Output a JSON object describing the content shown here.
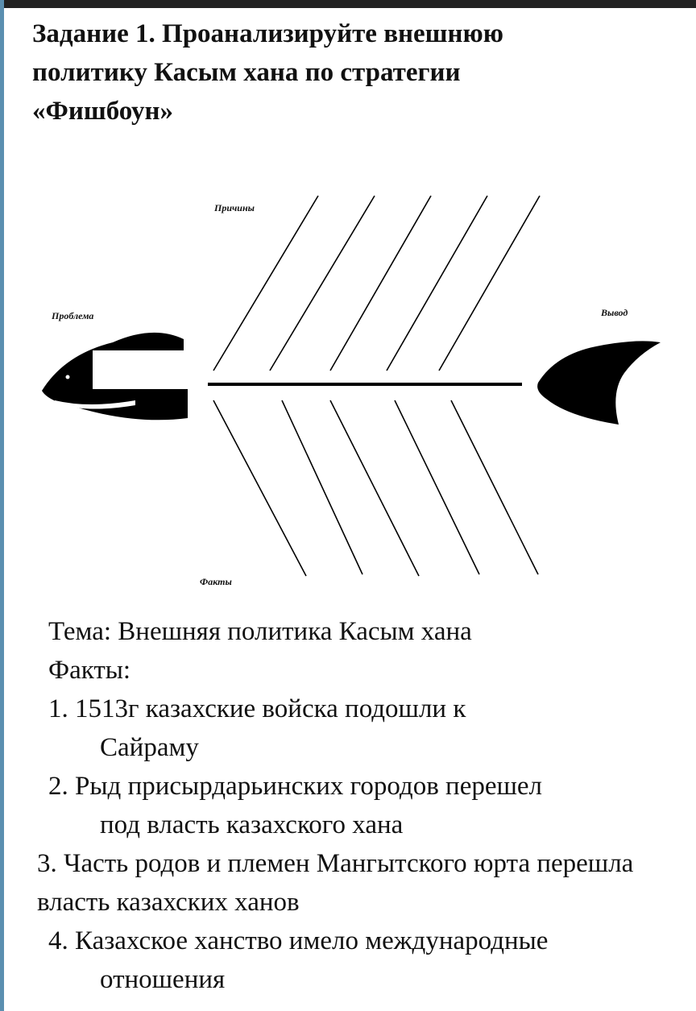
{
  "title": {
    "line1": "Задание 1. Проанализируйте  внешнюю",
    "line2": "политику Касым хана по стратегии",
    "line3": "«Фишбоун»"
  },
  "diagram": {
    "label_problem": "Проблема",
    "label_causes": "Причины",
    "label_conclusion": "Вывод",
    "label_facts": "Факты"
  },
  "content": {
    "topic": "Тема: Внешняя политика Касым хана",
    "facts_heading": "Факты:",
    "item1_line1": "1. 1513г казахские войска подошли к",
    "item1_line2": "Сайраму",
    "item2_line1": "2. Рыд присырдарьинских городов перешел",
    "item2_line2": "под власть казахского хана",
    "item3_line1": "3. Часть родов и племен Мангытского юрта перешла",
    "item3_line2": "власть казахских ханов",
    "item4_line1": "4. Казахское ханство имело международные",
    "item4_line2": "отношения"
  }
}
